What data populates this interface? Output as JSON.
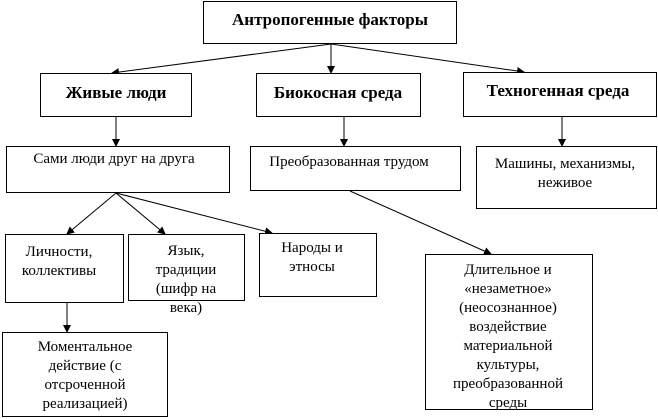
{
  "diagram": {
    "root": {
      "label": "Антропогенные факторы"
    },
    "level1": {
      "living_people": "Живые люди",
      "bioinert_environment": "Биокосная среда",
      "technogenic_environment": "Техногенная среда"
    },
    "level2": {
      "people_each_other": "Сами люди друг на друга",
      "transformed_by_labor": "Преобразованная трудом",
      "machines": [
        "Машины, механизмы,",
        "неживое"
      ]
    },
    "level3": {
      "personalities": [
        "Личности,",
        "коллективы"
      ],
      "language": [
        "Язык,",
        "традиции",
        "(шифр на",
        "века)"
      ],
      "peoples": [
        "Народы и",
        "этносы"
      ],
      "long_term_impact": [
        "Длительное и",
        "«незаметное»",
        "(неосознанное)",
        "воздействие",
        "материальной",
        "культуры,",
        "преобразованной",
        "среды"
      ]
    },
    "level4": {
      "momentary_action": [
        "Моментальное",
        "действие (с",
        "отсроченной",
        "реализацией)"
      ]
    }
  }
}
